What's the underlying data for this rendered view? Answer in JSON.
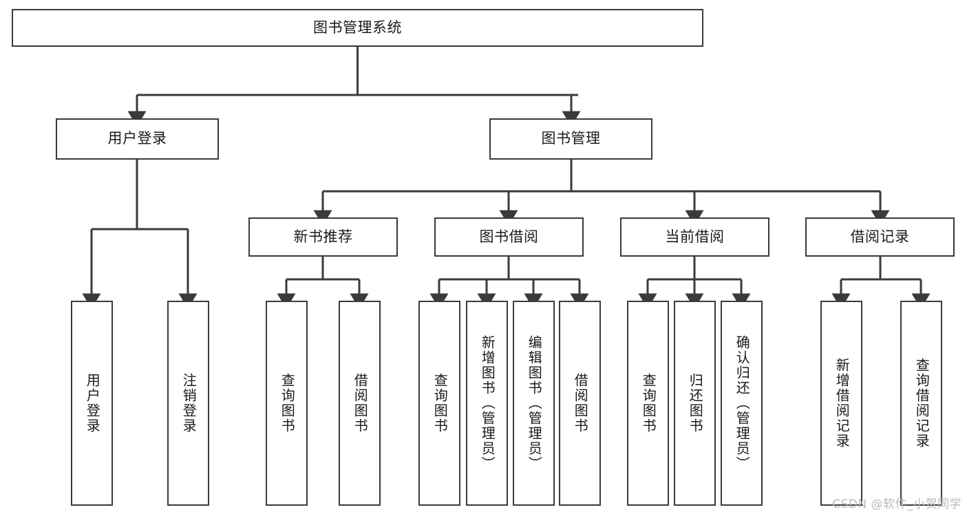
{
  "diagram": {
    "type": "tree",
    "title": "图书管理系统",
    "orientation": "top-down",
    "colors": {
      "box_border": "#3a3a3a",
      "box_fill": "#ffffff",
      "connector": "#3a3a3a",
      "text": "#1a1a1a",
      "background": "#ffffff",
      "watermark": "#b9b9b9"
    },
    "root": {
      "label": "图书管理系统"
    },
    "level2": [
      {
        "label": "用户登录"
      },
      {
        "label": "图书管理"
      }
    ],
    "level3": [
      {
        "label": "新书推荐"
      },
      {
        "label": "图书借阅"
      },
      {
        "label": "当前借阅"
      },
      {
        "label": "借阅记录"
      }
    ],
    "leaves": {
      "user_login": [
        {
          "label": "用户登录"
        },
        {
          "label": "注销登录"
        }
      ],
      "new_book_recommend": [
        {
          "label": "查询图书"
        },
        {
          "label": "借阅图书"
        }
      ],
      "book_borrow": [
        {
          "label": "查询图书"
        },
        {
          "label": "新增图书（管理员）"
        },
        {
          "label": "编辑图书（管理员）"
        },
        {
          "label": "借阅图书"
        }
      ],
      "current_borrow": [
        {
          "label": "查询图书"
        },
        {
          "label": "归还图书"
        },
        {
          "label": "确认归还（管理员）"
        }
      ],
      "borrow_record": [
        {
          "label": "新增借阅记录"
        },
        {
          "label": "查询借阅记录"
        }
      ]
    }
  },
  "watermark": {
    "text": "CSDN @软件_小贺同学"
  }
}
